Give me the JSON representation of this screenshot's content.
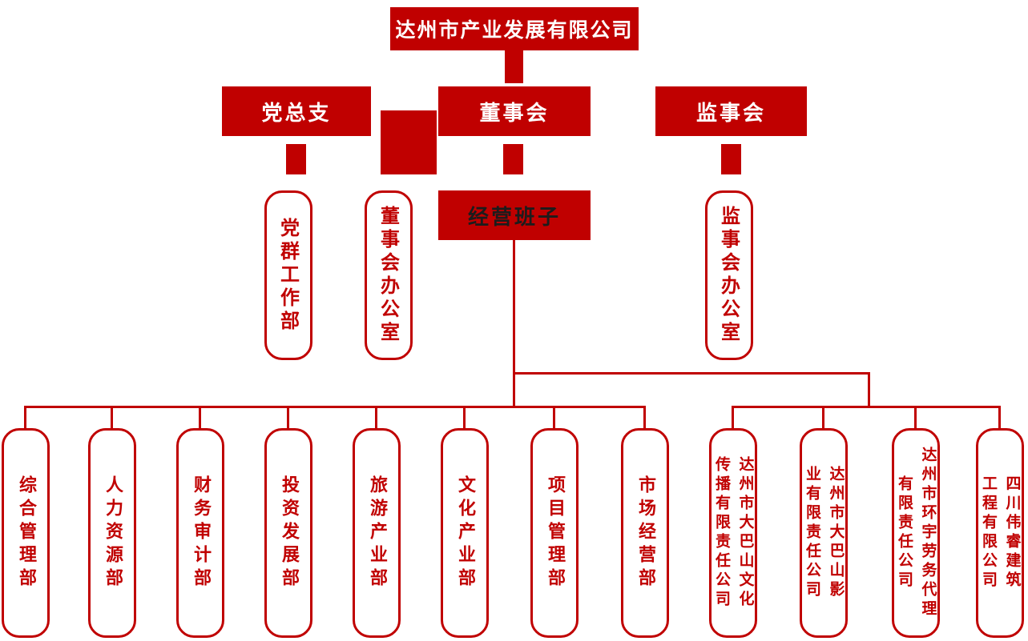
{
  "colors": {
    "red": "#c00000",
    "management_text": "#1c1c1c",
    "background": "#ffffff"
  },
  "root": {
    "label": "达州市产业发展有限公司"
  },
  "level2": {
    "party": "党总支",
    "board": "董事会",
    "supervisors": "监事会"
  },
  "offices": {
    "party_office": "党群工作部",
    "board_office": "董事会办公室",
    "management": "经营班子",
    "supervisors_office": "监事会办公室"
  },
  "departments": [
    "综合管理部",
    "人力资源部",
    "财务审计部",
    "投资发展部",
    "旅游产业部",
    "文化产业部",
    "项目管理部",
    "市场经营部"
  ],
  "subsidiaries": [
    {
      "l1": "达州市大巴山文化",
      "l2": "传播有限责任公司"
    },
    {
      "l1": "达州市大巴山影",
      "l2": "业有限责任公司"
    },
    {
      "l1": "达州市环宇劳务代理",
      "l2": "有限责任公司"
    },
    {
      "l1": "四川伟睿建筑",
      "l2": "工程有限公司"
    }
  ]
}
